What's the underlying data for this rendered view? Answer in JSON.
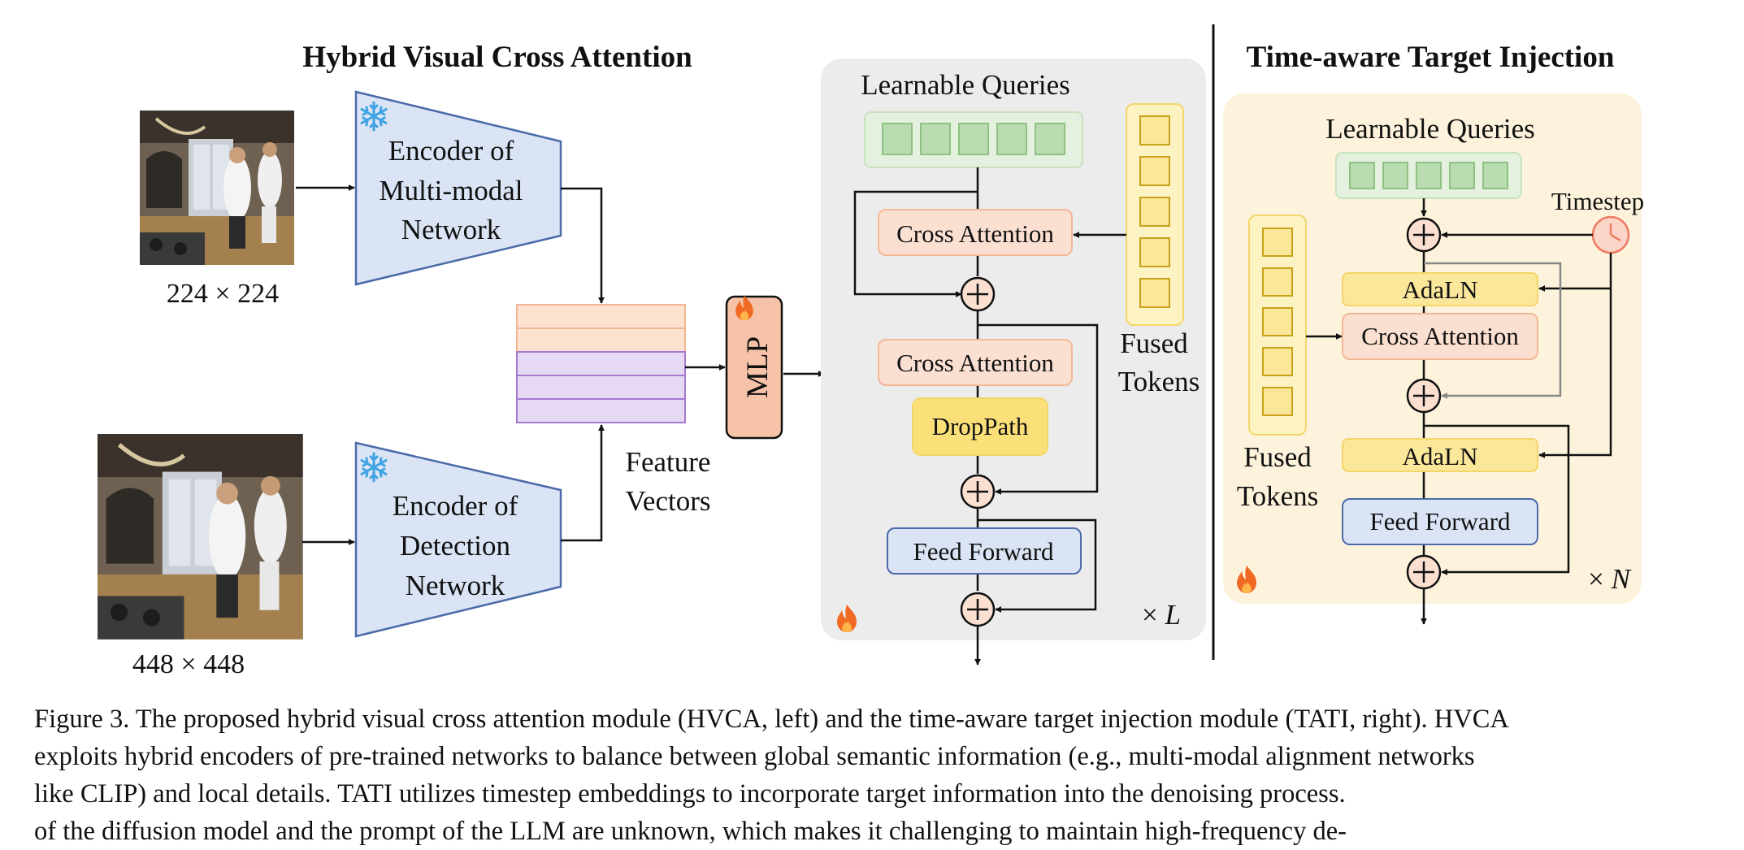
{
  "figure": {
    "hvca": {
      "title": "Hybrid Visual Cross Attention",
      "input_small_size": "224 × 224",
      "input_large_size": "448 × 448",
      "encoder_multimodal": [
        "Encoder of",
        "Multi-modal",
        "Network"
      ],
      "encoder_detection": [
        "Encoder of",
        "Detection",
        "Network"
      ],
      "feature_vectors": [
        "Feature",
        "Vectors"
      ],
      "mlp": "MLP",
      "learnable_queries": "Learnable Queries",
      "cross_attention_1": "Cross Attention",
      "cross_attention_2": "Cross Attention",
      "droppath": "DropPath",
      "feed_forward": "Feed Forward",
      "fused_tokens": [
        "Fused",
        "Tokens"
      ],
      "repeat_prefix": "× ",
      "repeat_var": "L"
    },
    "tati": {
      "title": "Time-aware Target Injection",
      "learnable_queries": "Learnable Queries",
      "timestep": "Timestep",
      "adaln_1": "AdaLN",
      "cross_attention": "Cross Attention",
      "adaln_2": "AdaLN",
      "feed_forward": "Feed Forward",
      "fused_tokens": [
        "Fused",
        "Tokens"
      ],
      "repeat_prefix": "× ",
      "repeat_var": "N"
    },
    "colors": {
      "encoder_fill": "#dbe4f5",
      "encoder_stroke": "#4a6aa8",
      "query_fill": "#b9dcb0",
      "query_box": "#e4f1de",
      "attention_fill": "#fbe0d2",
      "attention_stroke": "#f2b896",
      "token_fill": "#fbe79a",
      "token_stroke": "#c9a21b",
      "hvca_panel": "#ececec",
      "tati_panel": "#fdf3dc",
      "droppath_fill": "#fbe07a",
      "mlp_fill": "#f7c3a8",
      "feature_orange": "#fde3cf",
      "feature_purple": "#e5d9f3",
      "fire": "#f06a24",
      "snow": "#3fa3e3"
    }
  },
  "caption": {
    "line1": "Figure 3. The proposed hybrid visual cross attention module (HVCA, left) and the time-aware target injection module (TATI, right). HVCA",
    "line2": "exploits hybrid encoders of pre-trained networks to balance between global semantic information (e.g., multi-modal alignment networks",
    "line3": "like CLIP) and local details. TATI utilizes timestep embeddings to incorporate target information into the denoising process.",
    "continuation": "of the diffusion model and the prompt of the LLM are unknown, which makes it challenging to maintain high-frequency de-"
  }
}
